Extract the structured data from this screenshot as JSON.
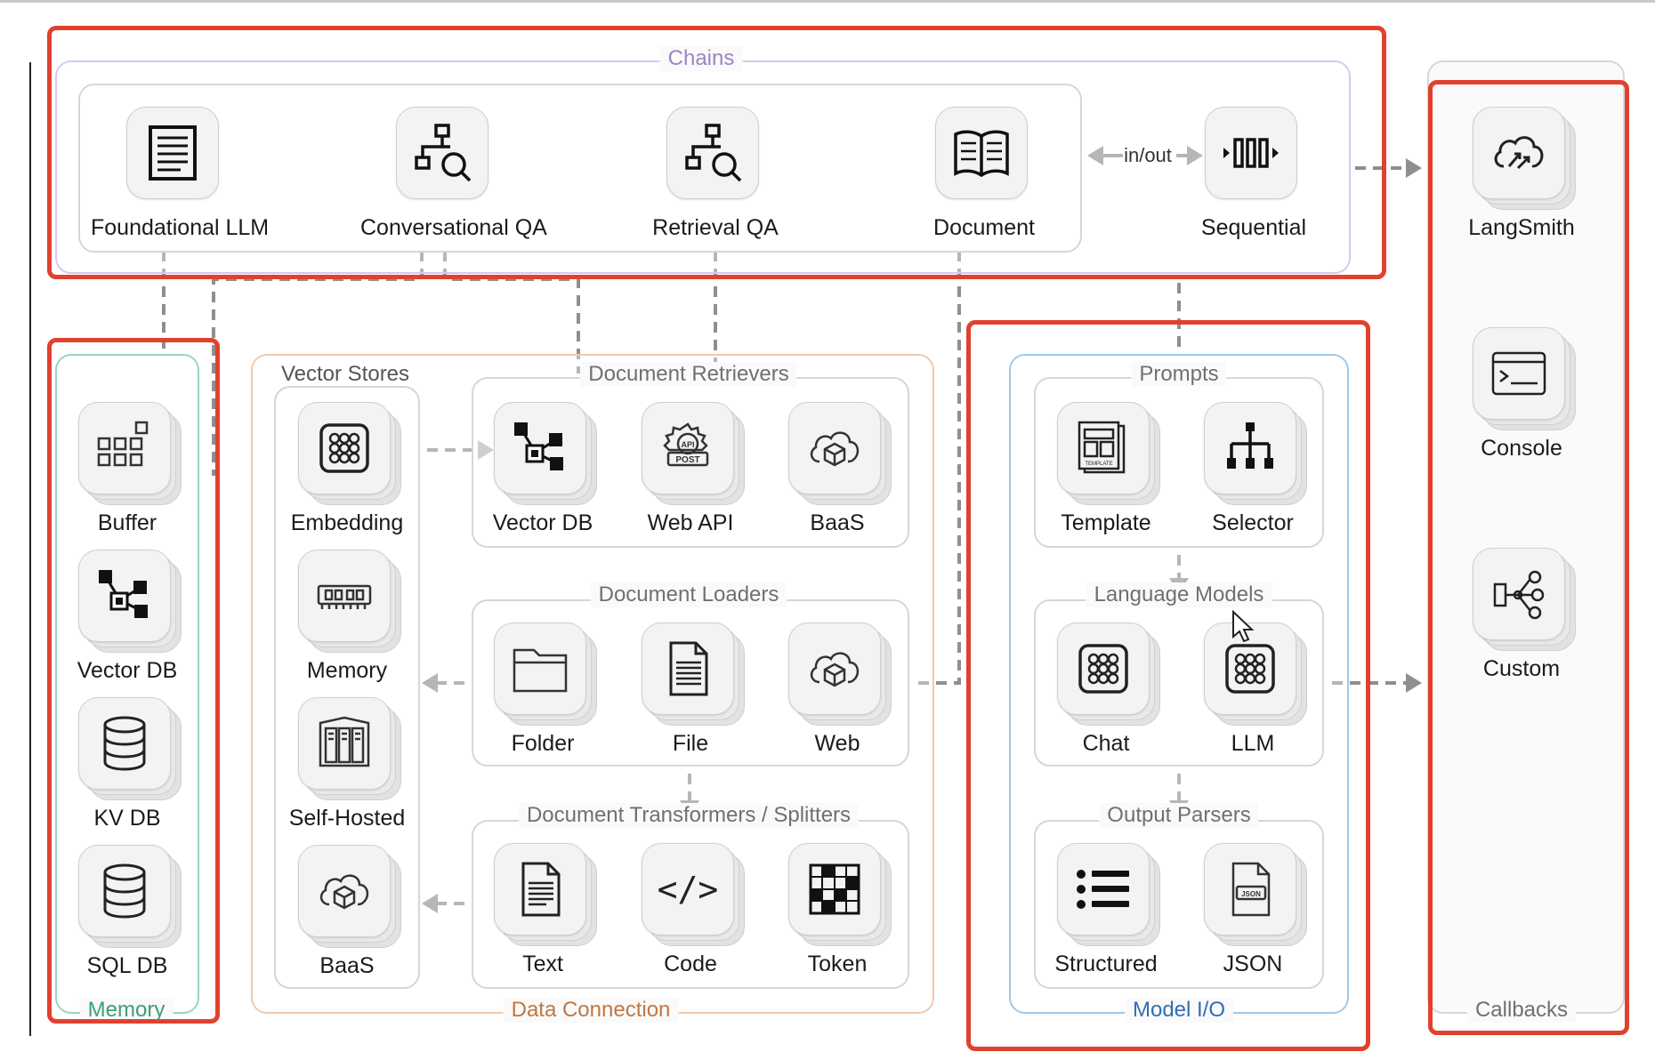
{
  "groups": {
    "chains": "Chains",
    "memory": "Memory",
    "data_connection": "Data Connection",
    "vector_stores": "Vector Stores",
    "document_retrievers": "Document Retrievers",
    "document_loaders": "Document Loaders",
    "document_transformers": "Document Transformers / Splitters",
    "model_io": "Model I/O",
    "prompts": "Prompts",
    "language_models": "Language Models",
    "output_parsers": "Output Parsers",
    "callbacks": "Callbacks"
  },
  "chains": {
    "items": [
      {
        "label": "Foundational LLM",
        "icon": "list-doc-icon"
      },
      {
        "label": "Conversational QA",
        "icon": "tree-search-icon"
      },
      {
        "label": "Retrieval QA",
        "icon": "tree-search-icon"
      },
      {
        "label": "Document",
        "icon": "book-icon"
      },
      {
        "label": "Sequential",
        "icon": "sequence-icon"
      }
    ],
    "inout": "in/out"
  },
  "memory": {
    "items": [
      {
        "label": "Buffer",
        "icon": "grid-icon"
      },
      {
        "label": "Vector DB",
        "icon": "vector-db-icon"
      },
      {
        "label": "KV DB",
        "icon": "database-icon"
      },
      {
        "label": "SQL DB",
        "icon": "database-icon"
      }
    ]
  },
  "vector_stores": {
    "items": [
      {
        "label": "Embedding",
        "icon": "chip-icon"
      },
      {
        "label": "Memory",
        "icon": "ram-icon"
      },
      {
        "label": "Self-Hosted",
        "icon": "server-icon"
      },
      {
        "label": "BaaS",
        "icon": "cloud-box-icon"
      }
    ]
  },
  "retrievers": {
    "items": [
      {
        "label": "Vector DB",
        "icon": "vector-db-icon"
      },
      {
        "label": "Web API",
        "icon": "api-gear-icon",
        "icon_text_top": "API",
        "icon_text_bottom": "POST"
      },
      {
        "label": "BaaS",
        "icon": "cloud-box-icon"
      }
    ]
  },
  "loaders": {
    "items": [
      {
        "label": "Folder",
        "icon": "folder-icon"
      },
      {
        "label": "File",
        "icon": "file-icon"
      },
      {
        "label": "Web",
        "icon": "cloud-box-icon"
      }
    ]
  },
  "transformers": {
    "items": [
      {
        "label": "Text",
        "icon": "text-doc-icon"
      },
      {
        "label": "Code",
        "icon": "code-icon",
        "icon_text": "</>"
      },
      {
        "label": "Token",
        "icon": "token-grid-icon"
      }
    ]
  },
  "prompts": {
    "items": [
      {
        "label": "Template",
        "icon": "template-icon",
        "icon_text": "TEMPLATE"
      },
      {
        "label": "Selector",
        "icon": "hierarchy-icon"
      }
    ]
  },
  "language_models": {
    "items": [
      {
        "label": "Chat",
        "icon": "chip-icon"
      },
      {
        "label": "LLM",
        "icon": "chip-icon"
      }
    ]
  },
  "output_parsers": {
    "items": [
      {
        "label": "Structured",
        "icon": "bullet-list-icon"
      },
      {
        "label": "JSON",
        "icon": "json-file-icon",
        "icon_text": "JSON"
      }
    ]
  },
  "callbacks": {
    "items": [
      {
        "label": "LangSmith",
        "icon": "cloud-arrows-icon"
      },
      {
        "label": "Console",
        "icon": "terminal-icon"
      },
      {
        "label": "Custom",
        "icon": "share-nodes-icon"
      }
    ]
  },
  "colors": {
    "highlight": "#e0412e",
    "memory_frame": "#9bd3c1",
    "data_frame": "#f4c8a8",
    "model_frame": "#9ec9ec",
    "chains_frame": "#d8c8ee",
    "connector": "#8a8a8a"
  }
}
